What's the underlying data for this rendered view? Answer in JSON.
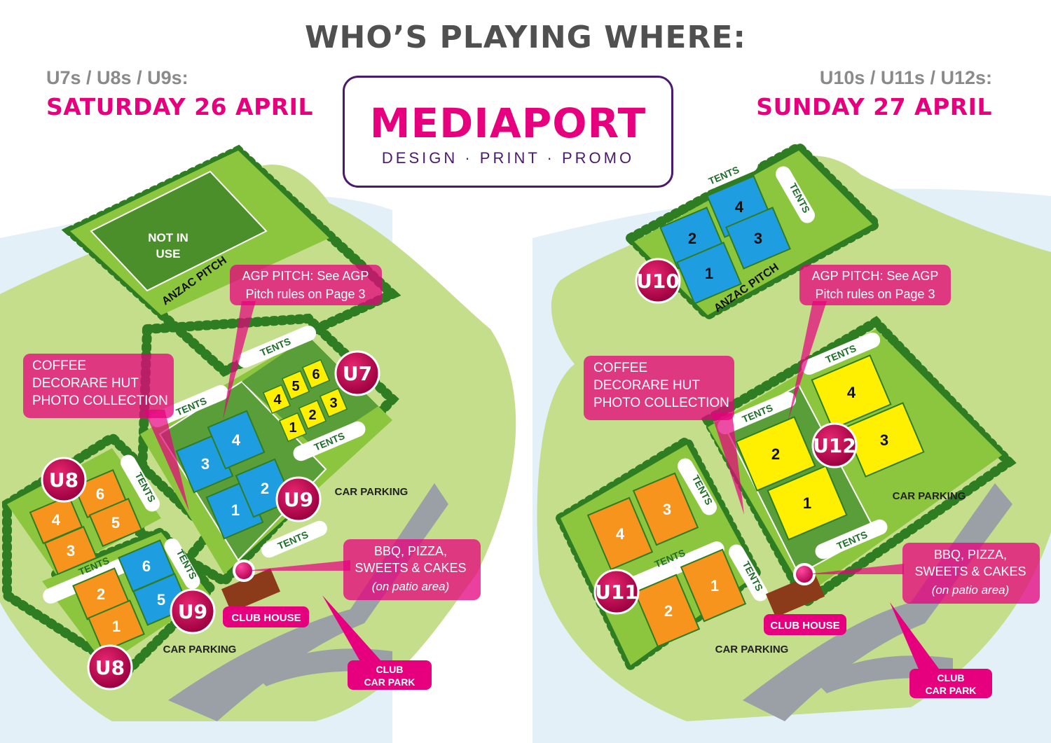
{
  "title": "WHO’S PLAYING WHERE:",
  "logo": {
    "name": "MEDIAPORT",
    "tagline": "DESIGN · PRINT · PROMO"
  },
  "colors": {
    "accent": "#e6007e",
    "marker": "#b0004f",
    "brand_purple": "#4b1a6e",
    "grass": "#8cc63f",
    "pitch_blue": "#1e9ee0",
    "pitch_yellow": "#ffef00",
    "pitch_orange": "#f7941d"
  },
  "saturday": {
    "age_groups": "U7s / U8s / U9s:",
    "date": "SATURDAY 26 APRIL",
    "labels": {
      "not_in_use": "NOT IN USE",
      "anzac_pitch": "ANZAC PITCH",
      "tents": "TENTS",
      "car_parking": "CAR PARKING",
      "club_house": "CLUB HOUSE"
    },
    "callouts": {
      "agp": "AGP PITCH: See AGP Pitch rules on Page 3",
      "coffee": [
        "COFFEE",
        "DECORARE HUT",
        "PHOTO COLLECTION"
      ],
      "food": [
        "BBQ, PIZZA,",
        "SWEETS & CAKES"
      ],
      "food_note": "(on patio area)",
      "car_park": [
        "CLUB",
        "CAR PARK"
      ]
    },
    "markers": [
      "U7",
      "U8",
      "U9",
      "U9",
      "U8"
    ],
    "yellow_pitches": [
      "4",
      "5",
      "6",
      "1",
      "2",
      "3"
    ],
    "blue_pitches": [
      "3",
      "4",
      "1",
      "2"
    ],
    "orange_pitches": [
      "6",
      "4",
      "5",
      "3"
    ],
    "lower_pitches": [
      "2",
      "6",
      "1",
      "5"
    ]
  },
  "sunday": {
    "age_groups": "U10s / U11s / U12s:",
    "date": "SUNDAY 27 APRIL",
    "labels": {
      "anzac_pitch": "ANZAC PITCH",
      "tents": "TENTS",
      "car_parking": "CAR PARKING",
      "club_house": "CLUB HOUSE"
    },
    "callouts": {
      "agp": "AGP PITCH: See AGP Pitch rules on Page 3",
      "coffee": [
        "COFFEE",
        "DECORARE HUT",
        "PHOTO COLLECTION"
      ],
      "food": [
        "BBQ, PIZZA,",
        "SWEETS & CAKES"
      ],
      "food_note": "(on patio area)",
      "car_park": [
        "CLUB",
        "CAR PARK"
      ]
    },
    "markers": [
      "U10",
      "U12",
      "U11"
    ],
    "blue_pitches": [
      "4",
      "2",
      "3",
      "1"
    ],
    "yellow_pitches": [
      "4",
      "2",
      "3",
      "1"
    ],
    "orange_pitches": [
      "4",
      "3",
      "2",
      "1"
    ]
  }
}
